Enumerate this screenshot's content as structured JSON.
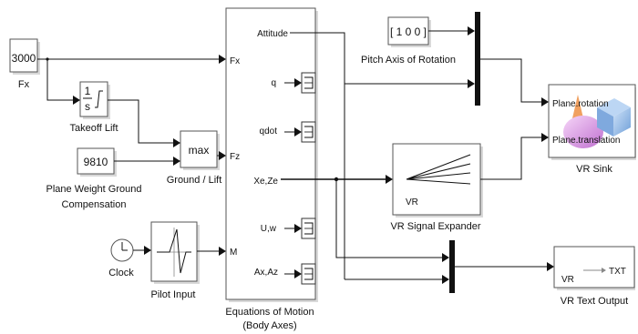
{
  "blocks": {
    "fx_const": {
      "value": "3000",
      "label": "Fx"
    },
    "takeoff_lift": {
      "numerator": "1",
      "denominator": "s",
      "label": "Takeoff Lift"
    },
    "plane_weight": {
      "value": "9810",
      "label_line1": "Plane Weight Ground",
      "label_line2": "Compensation"
    },
    "ground_lift": {
      "value": "max",
      "label": "Ground / Lift"
    },
    "clock": {
      "label": "Clock"
    },
    "pilot_input": {
      "label": "Pilot Input"
    },
    "equations": {
      "label_line1": "Equations of Motion",
      "label_line2": "(Body Axes)",
      "inputs": [
        "Fx",
        "Fz",
        "M"
      ],
      "outputs": [
        "Attitude",
        "q",
        "qdot",
        "Xe,Ze",
        "U,w",
        "Ax,Az"
      ]
    },
    "pitch_axis": {
      "value": "[ 1 0 0 ]",
      "label": "Pitch Axis of Rotation"
    },
    "vr_sink": {
      "label": "VR Sink",
      "port1": "Plane.rotation",
      "port2": "Plane.translation"
    },
    "vr_expander": {
      "label": "VR Signal Expander",
      "inner": "VR"
    },
    "vr_text": {
      "label": "VR Text Output",
      "inner_left": "VR",
      "inner_right": "TXT"
    }
  },
  "colors": {
    "sphere": "#d98fe0",
    "cube": "#8fb8e8",
    "cone": "#f0a060"
  }
}
